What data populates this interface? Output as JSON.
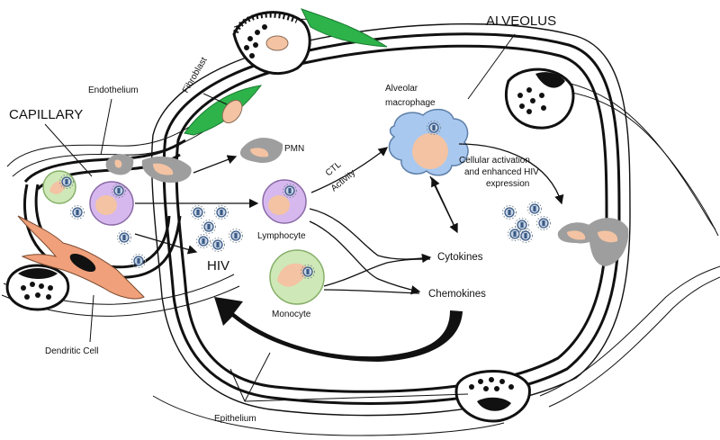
{
  "labels": {
    "alveolus": "ALVEOLUS",
    "capillary": "CAPILLARY",
    "endothelium": "Endothelium",
    "fibroblast": "Fibroblast",
    "alveolar_macrophage_line1": "Alveolar",
    "alveolar_macrophage_line2": "macrophage",
    "pmn": "PMN",
    "ctl_line1": "CTL",
    "ctl_line2": "Activity",
    "activation_line1": "Cellular activation",
    "activation_line2": "and enhanced HIV",
    "activation_line3": "expression",
    "lymphocyte": "Lymphocyte",
    "hiv": "HIV",
    "cytokines": "Cytokines",
    "chemokines": "Chemokines",
    "monocyte": "Monocyte",
    "dendritic_cell": "Dendritic Cell",
    "epithelium": "Epithelium"
  },
  "colors": {
    "fibroblast": "#2db34a",
    "nucleus": "#f3c3a3",
    "lymphocyte": "#d6b8ee",
    "monocyte": "#cfe8b7",
    "macrophage": "#a9c8ef",
    "dendritic": "#f0a07a",
    "pmn": "#9e9e9e",
    "virus": "#3b5a85"
  },
  "icons": [
    "virus-icon",
    "arrow-icon",
    "type2-pneumocyte-icon"
  ]
}
